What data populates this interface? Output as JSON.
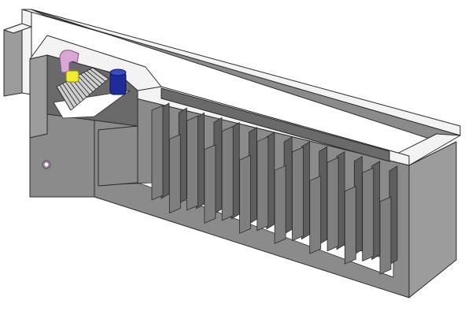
{
  "viewer": {
    "background": "#ffffff"
  },
  "model": {
    "colors": {
      "concrete_top": "#f3f3f3",
      "concrete_face": "#8b8b8b",
      "concrete_dark": "#6a6a6a",
      "concrete_side": "#9c9c9c",
      "floor": "#ffffff",
      "baffle_front": "#7f7f7f",
      "baffle_back": "#5e5e5e",
      "edge": "#2a2a2a",
      "pipe_elbow": "#d9a7d6",
      "valve": "#f2ec2e",
      "screen_grid": "#2b2b2b",
      "blower_blue": "#1d2c9a",
      "port_ring": "#c27fbd"
    },
    "components": [
      {
        "id": "inlet-channel-wall",
        "icon": "wall-icon"
      },
      {
        "id": "screen-chamber",
        "icon": "chamber-icon"
      },
      {
        "id": "bar-screen",
        "icon": "grid-icon"
      },
      {
        "id": "inlet-pipe-elbow",
        "icon": "pipe-icon"
      },
      {
        "id": "valve",
        "icon": "valve-icon"
      },
      {
        "id": "blower-drum",
        "icon": "drum-icon"
      },
      {
        "id": "baffle-tank",
        "icon": "tank-icon"
      },
      {
        "id": "outlet-port",
        "icon": "port-icon"
      }
    ],
    "baffle_count": 14
  }
}
